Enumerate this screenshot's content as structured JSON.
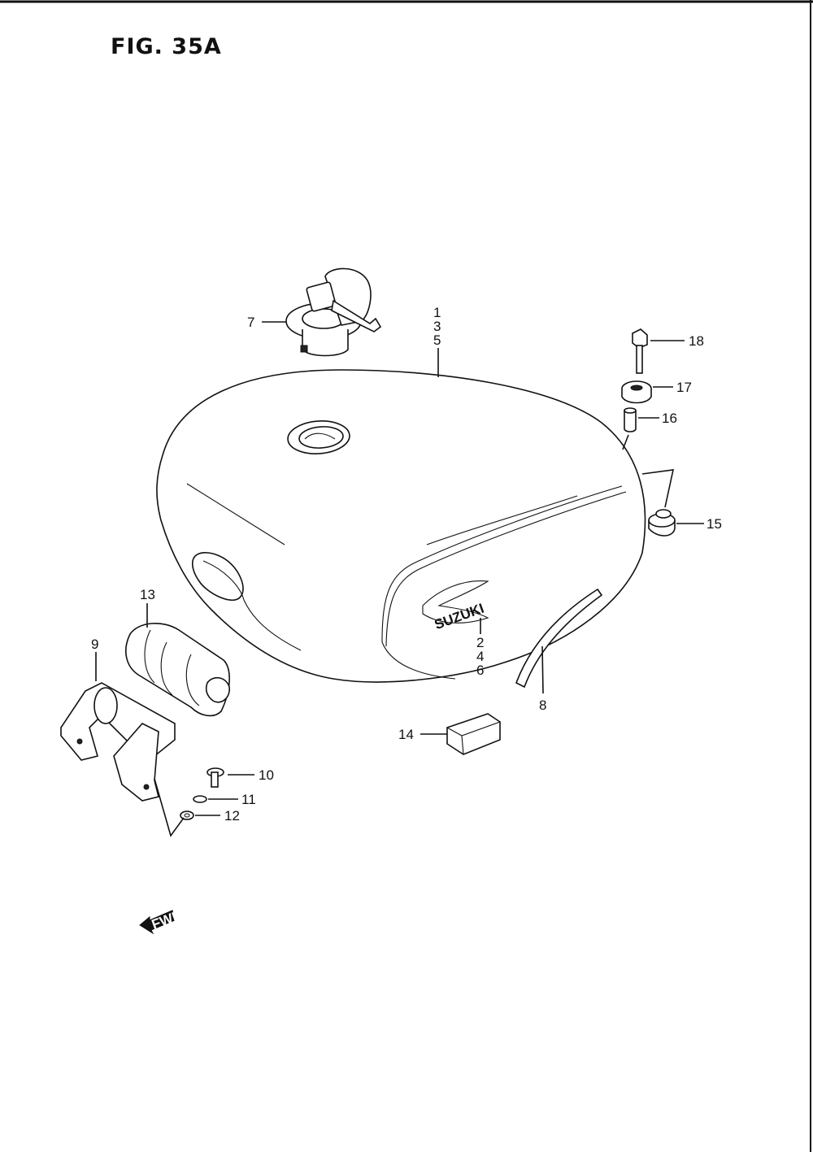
{
  "figure": {
    "title": "FIG. 35A"
  },
  "fwd_label": "FWD",
  "tank_logo": "SUZUKI",
  "callouts": {
    "c1": "1",
    "c3": "3",
    "c5": "5",
    "c2": "2",
    "c4": "4",
    "c6": "6",
    "c7": "7",
    "c8": "8",
    "c9": "9",
    "c10": "10",
    "c11": "11",
    "c12": "12",
    "c13": "13",
    "c14": "14",
    "c15": "15",
    "c16": "16",
    "c17": "17",
    "c18": "18"
  }
}
